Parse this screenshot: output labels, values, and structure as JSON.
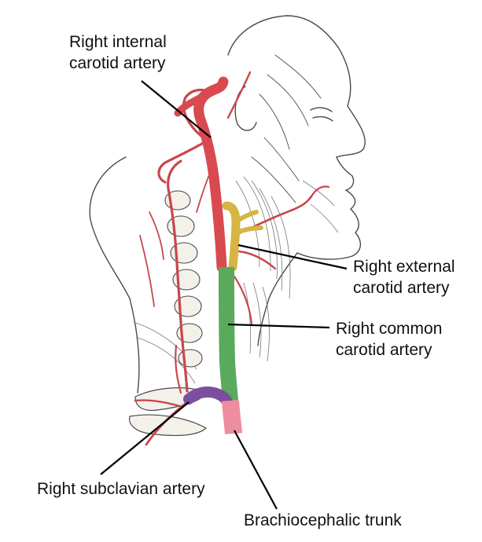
{
  "labels": {
    "internal_carotid": {
      "line1": "Right internal",
      "line2": "carotid artery"
    },
    "external_carotid": {
      "line1": "Right external",
      "line2": "carotid artery"
    },
    "common_carotid": {
      "line1": "Right common",
      "line2": "carotid artery"
    },
    "subclavian": {
      "line1": "Right subclavian artery"
    },
    "brachiocephalic": {
      "line1": "Brachiocephalic trunk"
    }
  },
  "colors": {
    "internal_carotid": "#d84a4f",
    "external_carotid": "#d6b544",
    "common_carotid": "#5aaa5e",
    "subclavian": "#7b4f9e",
    "brachiocephalic": "#ef8da0",
    "line_art": "#4a4a4a",
    "minor_arteries": "#c8474c"
  }
}
